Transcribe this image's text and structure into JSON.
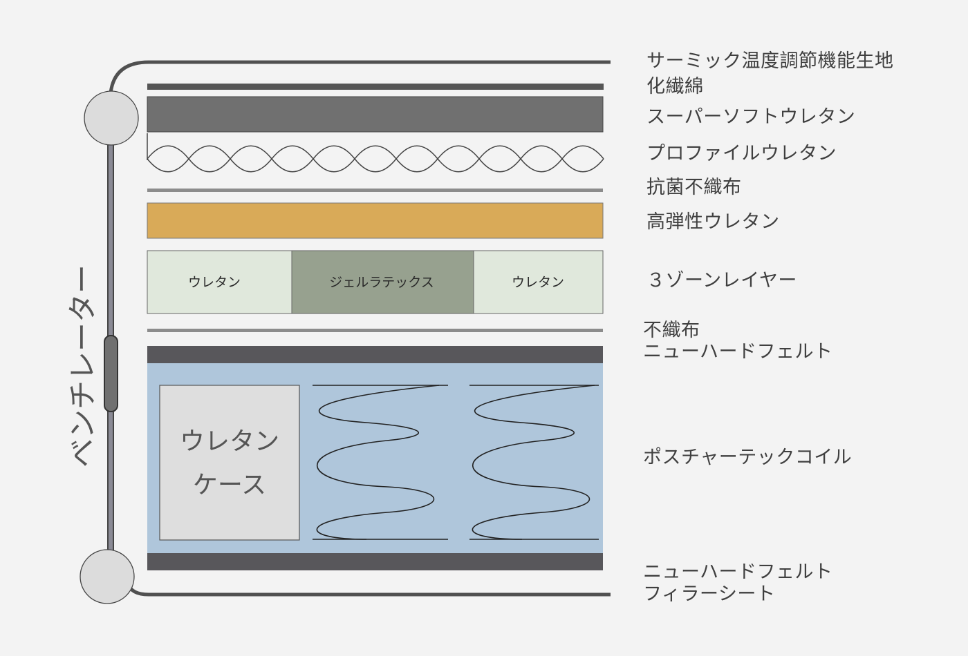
{
  "layers": {
    "thermic_fabric": "サーミック温度調節機能生地",
    "synthetic_cotton": "化繊綿",
    "super_soft_urethane": "スーパーソフトウレタン",
    "profile_urethane": "プロファイルウレタン",
    "antibacterial_nonwoven": "抗菌不織布",
    "high_resilience_urethane": "高弾性ウレタン",
    "three_zone_layer": "３ゾーンレイヤー",
    "nonwoven": "不織布",
    "new_hard_felt_top": "ニューハードフェルト",
    "posturetech_coil": "ポスチャーテックコイル",
    "new_hard_felt_bottom": "ニューハードフェルト",
    "filler_sheet": "フィラーシート"
  },
  "zones": {
    "left": "ウレタン",
    "center": "ジェルラテックス",
    "right": "ウレタン"
  },
  "urethane_case": {
    "line1": "ウレタン",
    "line2": "ケース"
  },
  "ventilator": "ベンチレーター",
  "colors": {
    "dark_layer": "#707070",
    "felt": "#58575b",
    "high_resilience": "#d9aa58",
    "zone_urethane": "#e0e8dc",
    "zone_gel": "#97a18f",
    "coil_area": "#afc6db",
    "case": "#dedede",
    "nonwoven_line": "#8c8c8c",
    "frame": "#505050",
    "grommet": "#dcdcdc"
  }
}
